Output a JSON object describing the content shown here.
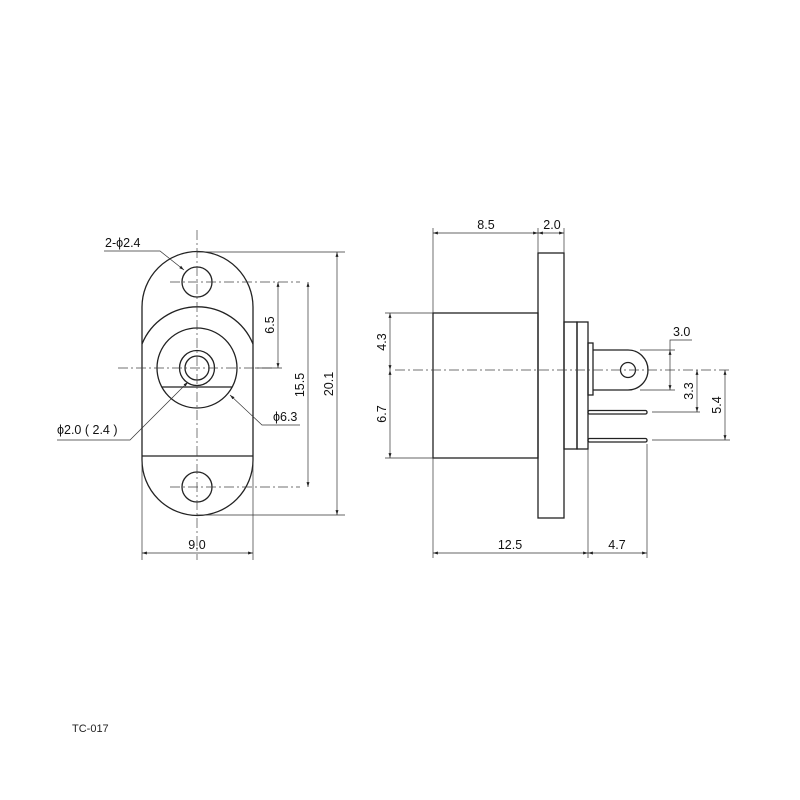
{
  "front_view": {
    "hole_label": "2-ϕ2.4",
    "pin_label": "ϕ2.0 ( 2.4 )",
    "barrel_label": "ϕ6.3",
    "dim_center_to_hole": "6.5",
    "dim_hole_pitch": "15.5",
    "dim_total_height": "20.1",
    "dim_width": "9.0"
  },
  "side_view": {
    "dim_body_length": "8.5",
    "dim_flange_thickness": "2.0",
    "dim_upper_half": "4.3",
    "dim_lower_half": "6.7",
    "dim_tab_width": "3.0",
    "dim_pin1_offset": "3.3",
    "dim_pin2_offset": "5.4",
    "dim_front_length": "12.5",
    "dim_pin_length": "4.7"
  },
  "caption": "TC-017"
}
